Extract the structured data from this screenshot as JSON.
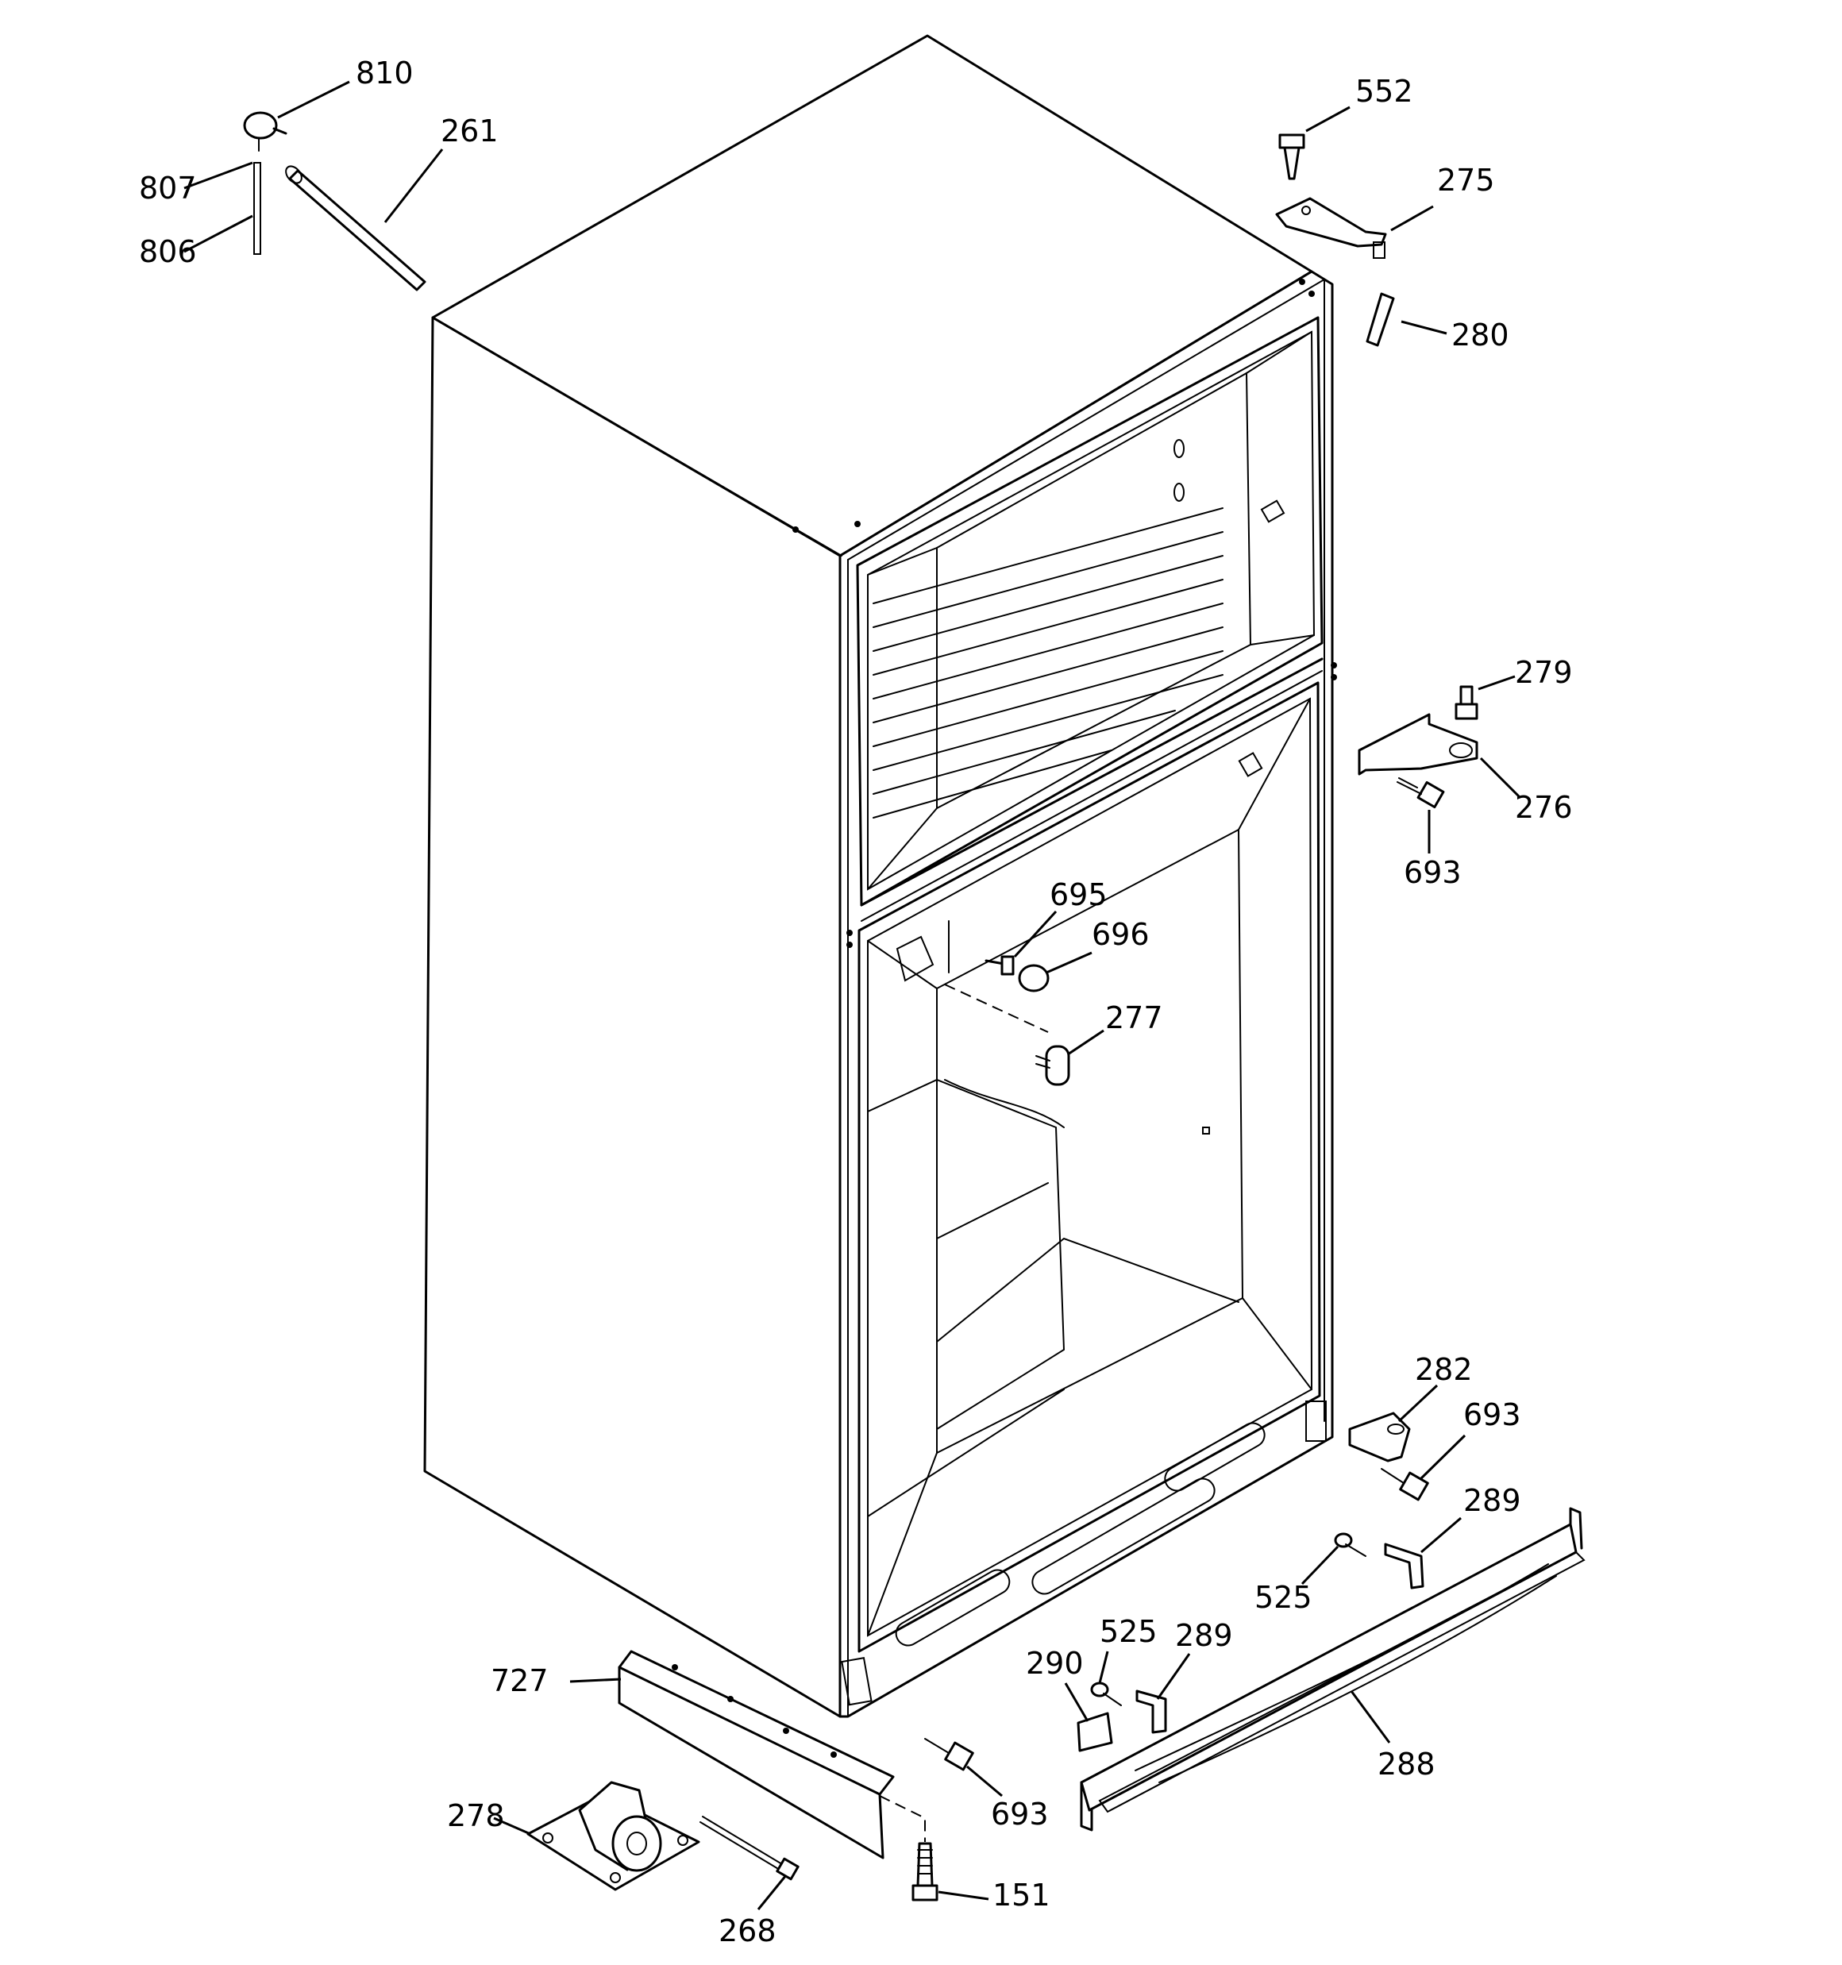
{
  "part_labels": {
    "p810": "810",
    "p807": "807",
    "p806": "806",
    "p261": "261",
    "p552": "552",
    "p275": "275",
    "p280": "280",
    "p279": "279",
    "p276": "276",
    "p693a": "693",
    "p695": "695",
    "p696": "696",
    "p277": "277",
    "p282": "282",
    "p693b": "693",
    "p289a": "289",
    "p525a": "525",
    "p525b": "525",
    "p289b": "289",
    "p290": "290",
    "p727": "727",
    "p288": "288",
    "p278": "278",
    "p693c": "693",
    "p268": "268",
    "p151": "151"
  }
}
